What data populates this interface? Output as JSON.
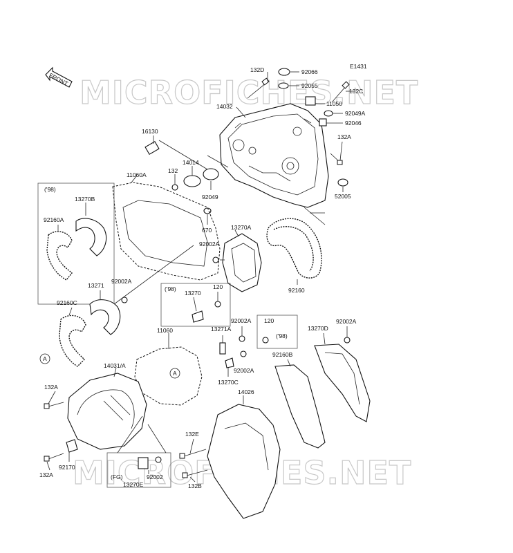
{
  "diagram": {
    "code": "E1431",
    "front_label": "FRONT",
    "watermark_top": "MICROFICHES.NET",
    "watermark_bottom": "MICROFICHES.NET",
    "part_numbers": {
      "p132d": "132D",
      "p92066": "92066",
      "p92055": "92055",
      "p132c": "132C",
      "p14032": "14032",
      "p11050": "11050",
      "p92049a": "92049A",
      "p92046": "92046",
      "p132a_top": "132A",
      "p16130": "16130",
      "p52005": "52005",
      "p11060a": "11060A",
      "p14014": "14014",
      "p132": "132",
      "p92049": "92049",
      "p670": "670",
      "p13270a": "13270A",
      "p92002a_1": "92002A",
      "p13270b": "13270B",
      "p92160a": "92160A",
      "p98_a": "('98)",
      "p92160": "92160",
      "p13271": "13271",
      "p92002a_2": "92002A",
      "p92160c": "92160C",
      "p98_b": "('98)",
      "p13270": "13270",
      "p120_a": "120",
      "p92002a_3": "92002A",
      "p120_b": "120",
      "p98_c": "('98)",
      "p13270d": "13270D",
      "p92002a_4": "92002A",
      "p13271a": "13271A",
      "p11060": "11060",
      "p14031a": "14031/A",
      "p92160b": "92160B",
      "p92002a_5": "92002A",
      "p13270c": "13270C",
      "p14026": "14026",
      "p132a_left": "132A",
      "p132e": "132E",
      "p92170": "92170",
      "p132a_bot": "132A",
      "pfg": "(FG)",
      "p92002": "92002",
      "p13270e": "13270E",
      "p132b": "132B",
      "ref_a1": "A",
      "ref_a2": "A"
    }
  }
}
